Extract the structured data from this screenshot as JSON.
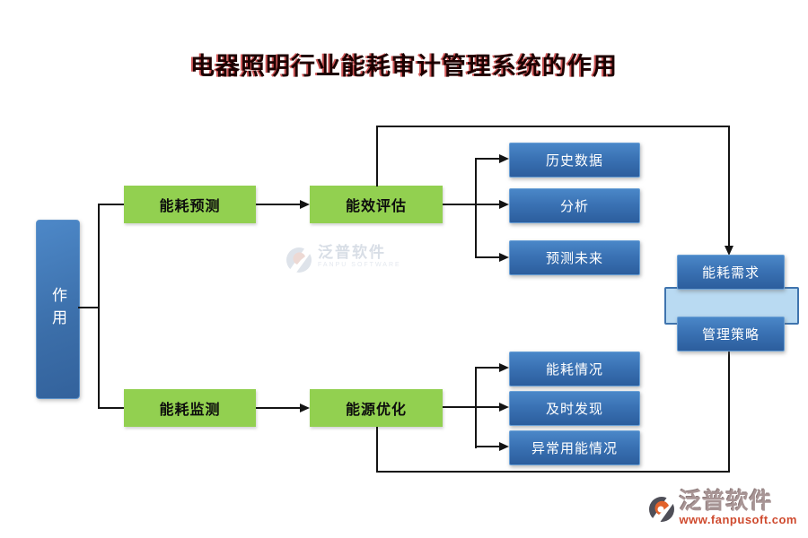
{
  "title": "电器照明行业能耗审计管理系统的作用",
  "root_label": "作用",
  "top_branch": {
    "step1": "能耗预测",
    "step2": "能效评估",
    "outputs": [
      "历史数据",
      "分析",
      "预测未来"
    ]
  },
  "bottom_branch": {
    "step1": "能耗监测",
    "step2": "能源优化",
    "outputs": [
      "能耗情况",
      "及时发现",
      "异常用能情况"
    ]
  },
  "result": {
    "top": "能耗需求",
    "bottom": "管理策略"
  },
  "watermark": {
    "brand": "泛普软件",
    "brand_en": "FANPU SOFTWARE"
  },
  "footer": {
    "brand": "泛普软件",
    "url": "www.fanpusoft.com"
  },
  "colors": {
    "green": "#92d050",
    "blue-top": "#4a87c8",
    "blue-bottom": "#2c5e9d",
    "light-bar": "#b9daf2",
    "line": "#141414",
    "title-red": "#b90000",
    "url-red": "#cf4a2e"
  }
}
